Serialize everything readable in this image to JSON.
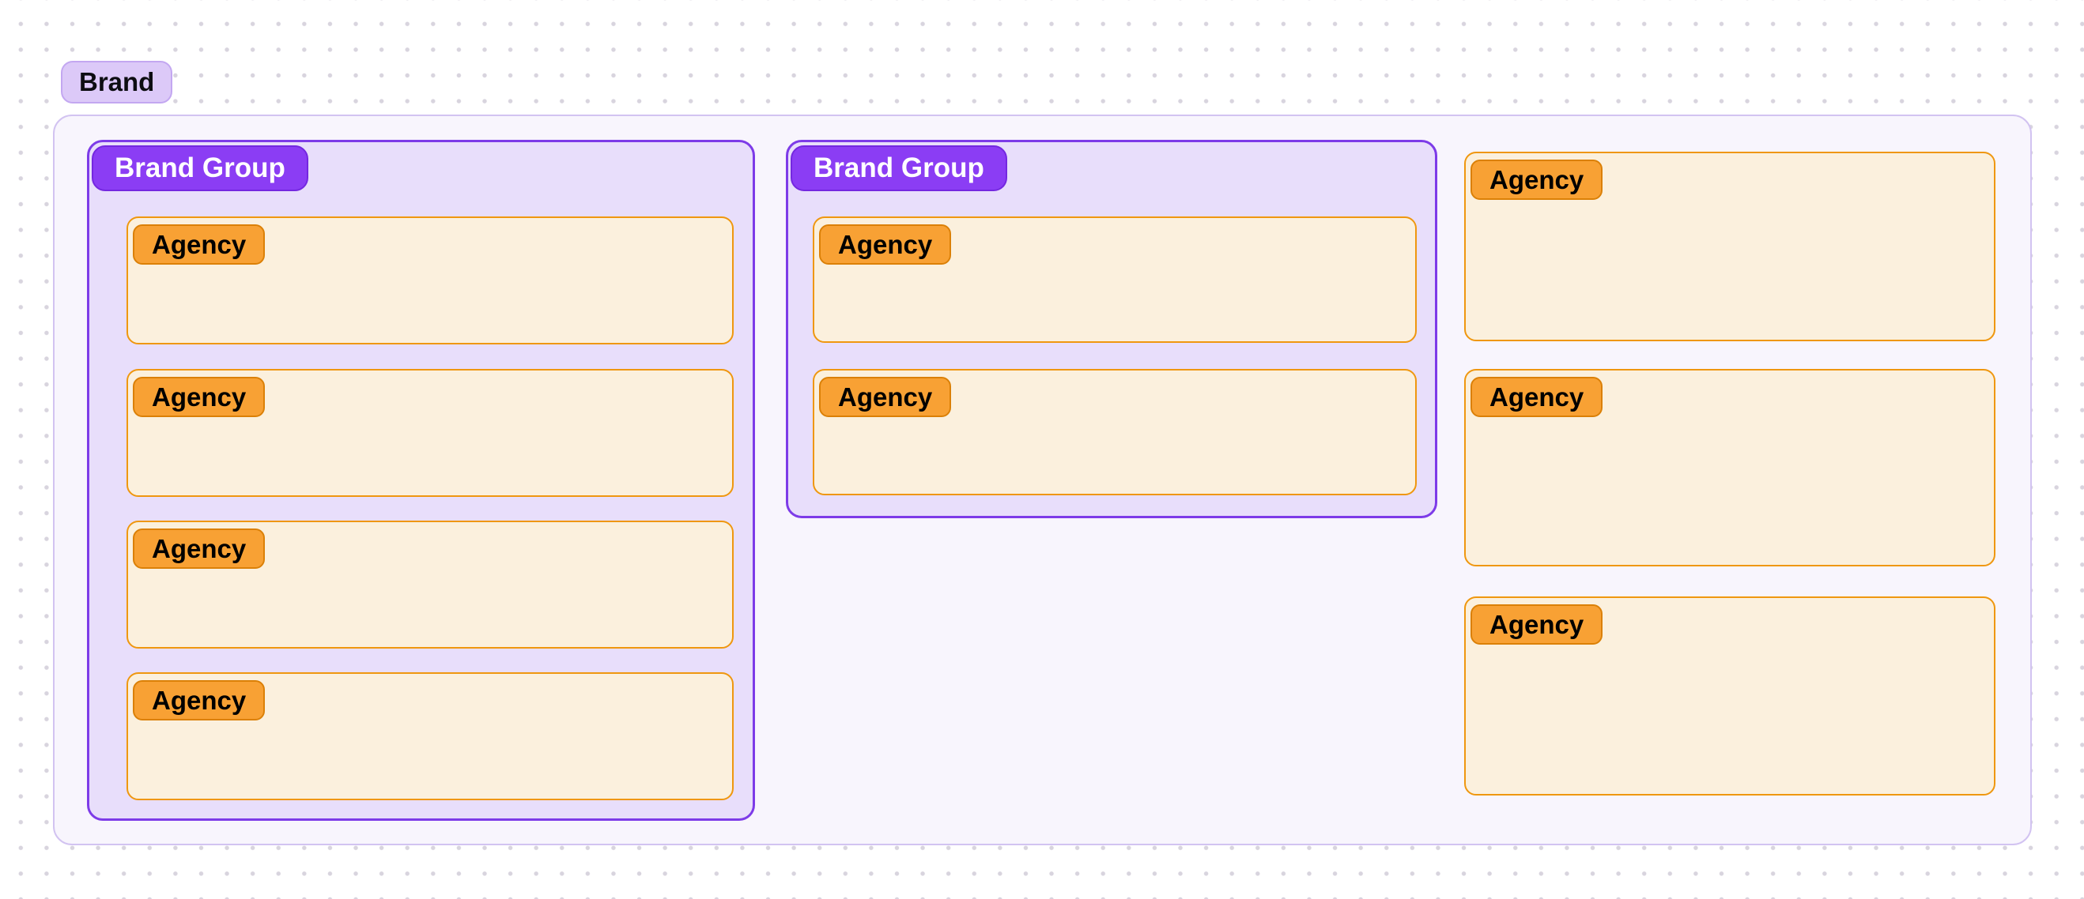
{
  "brand": {
    "label": "Brand"
  },
  "brand_groups": [
    {
      "label": "Brand Group",
      "agencies": [
        {
          "label": "Agency"
        },
        {
          "label": "Agency"
        },
        {
          "label": "Agency"
        },
        {
          "label": "Agency"
        }
      ]
    },
    {
      "label": "Brand Group",
      "agencies": [
        {
          "label": "Agency"
        },
        {
          "label": "Agency"
        }
      ]
    }
  ],
  "ungrouped_agencies": [
    {
      "label": "Agency"
    },
    {
      "label": "Agency"
    },
    {
      "label": "Agency"
    }
  ],
  "colors": {
    "canvas_dot": "#d8d4de",
    "brand_badge_bg": "#dcc9f8",
    "brand_badge_border": "#c3a7f1",
    "brand_container_bg": "#f8f5fd",
    "brand_container_border": "#d2c3f1",
    "brand_group_bg": "#e8defb",
    "brand_group_border": "#7d3be8",
    "brand_group_badge_bg": "#8b3df4",
    "brand_group_badge_text": "#ffffff",
    "agency_bg": "#fbf0dd",
    "agency_border": "#ef970f",
    "agency_badge_bg": "#f8a134",
    "agency_badge_border": "#db8007",
    "agency_badge_text": "#000000"
  }
}
